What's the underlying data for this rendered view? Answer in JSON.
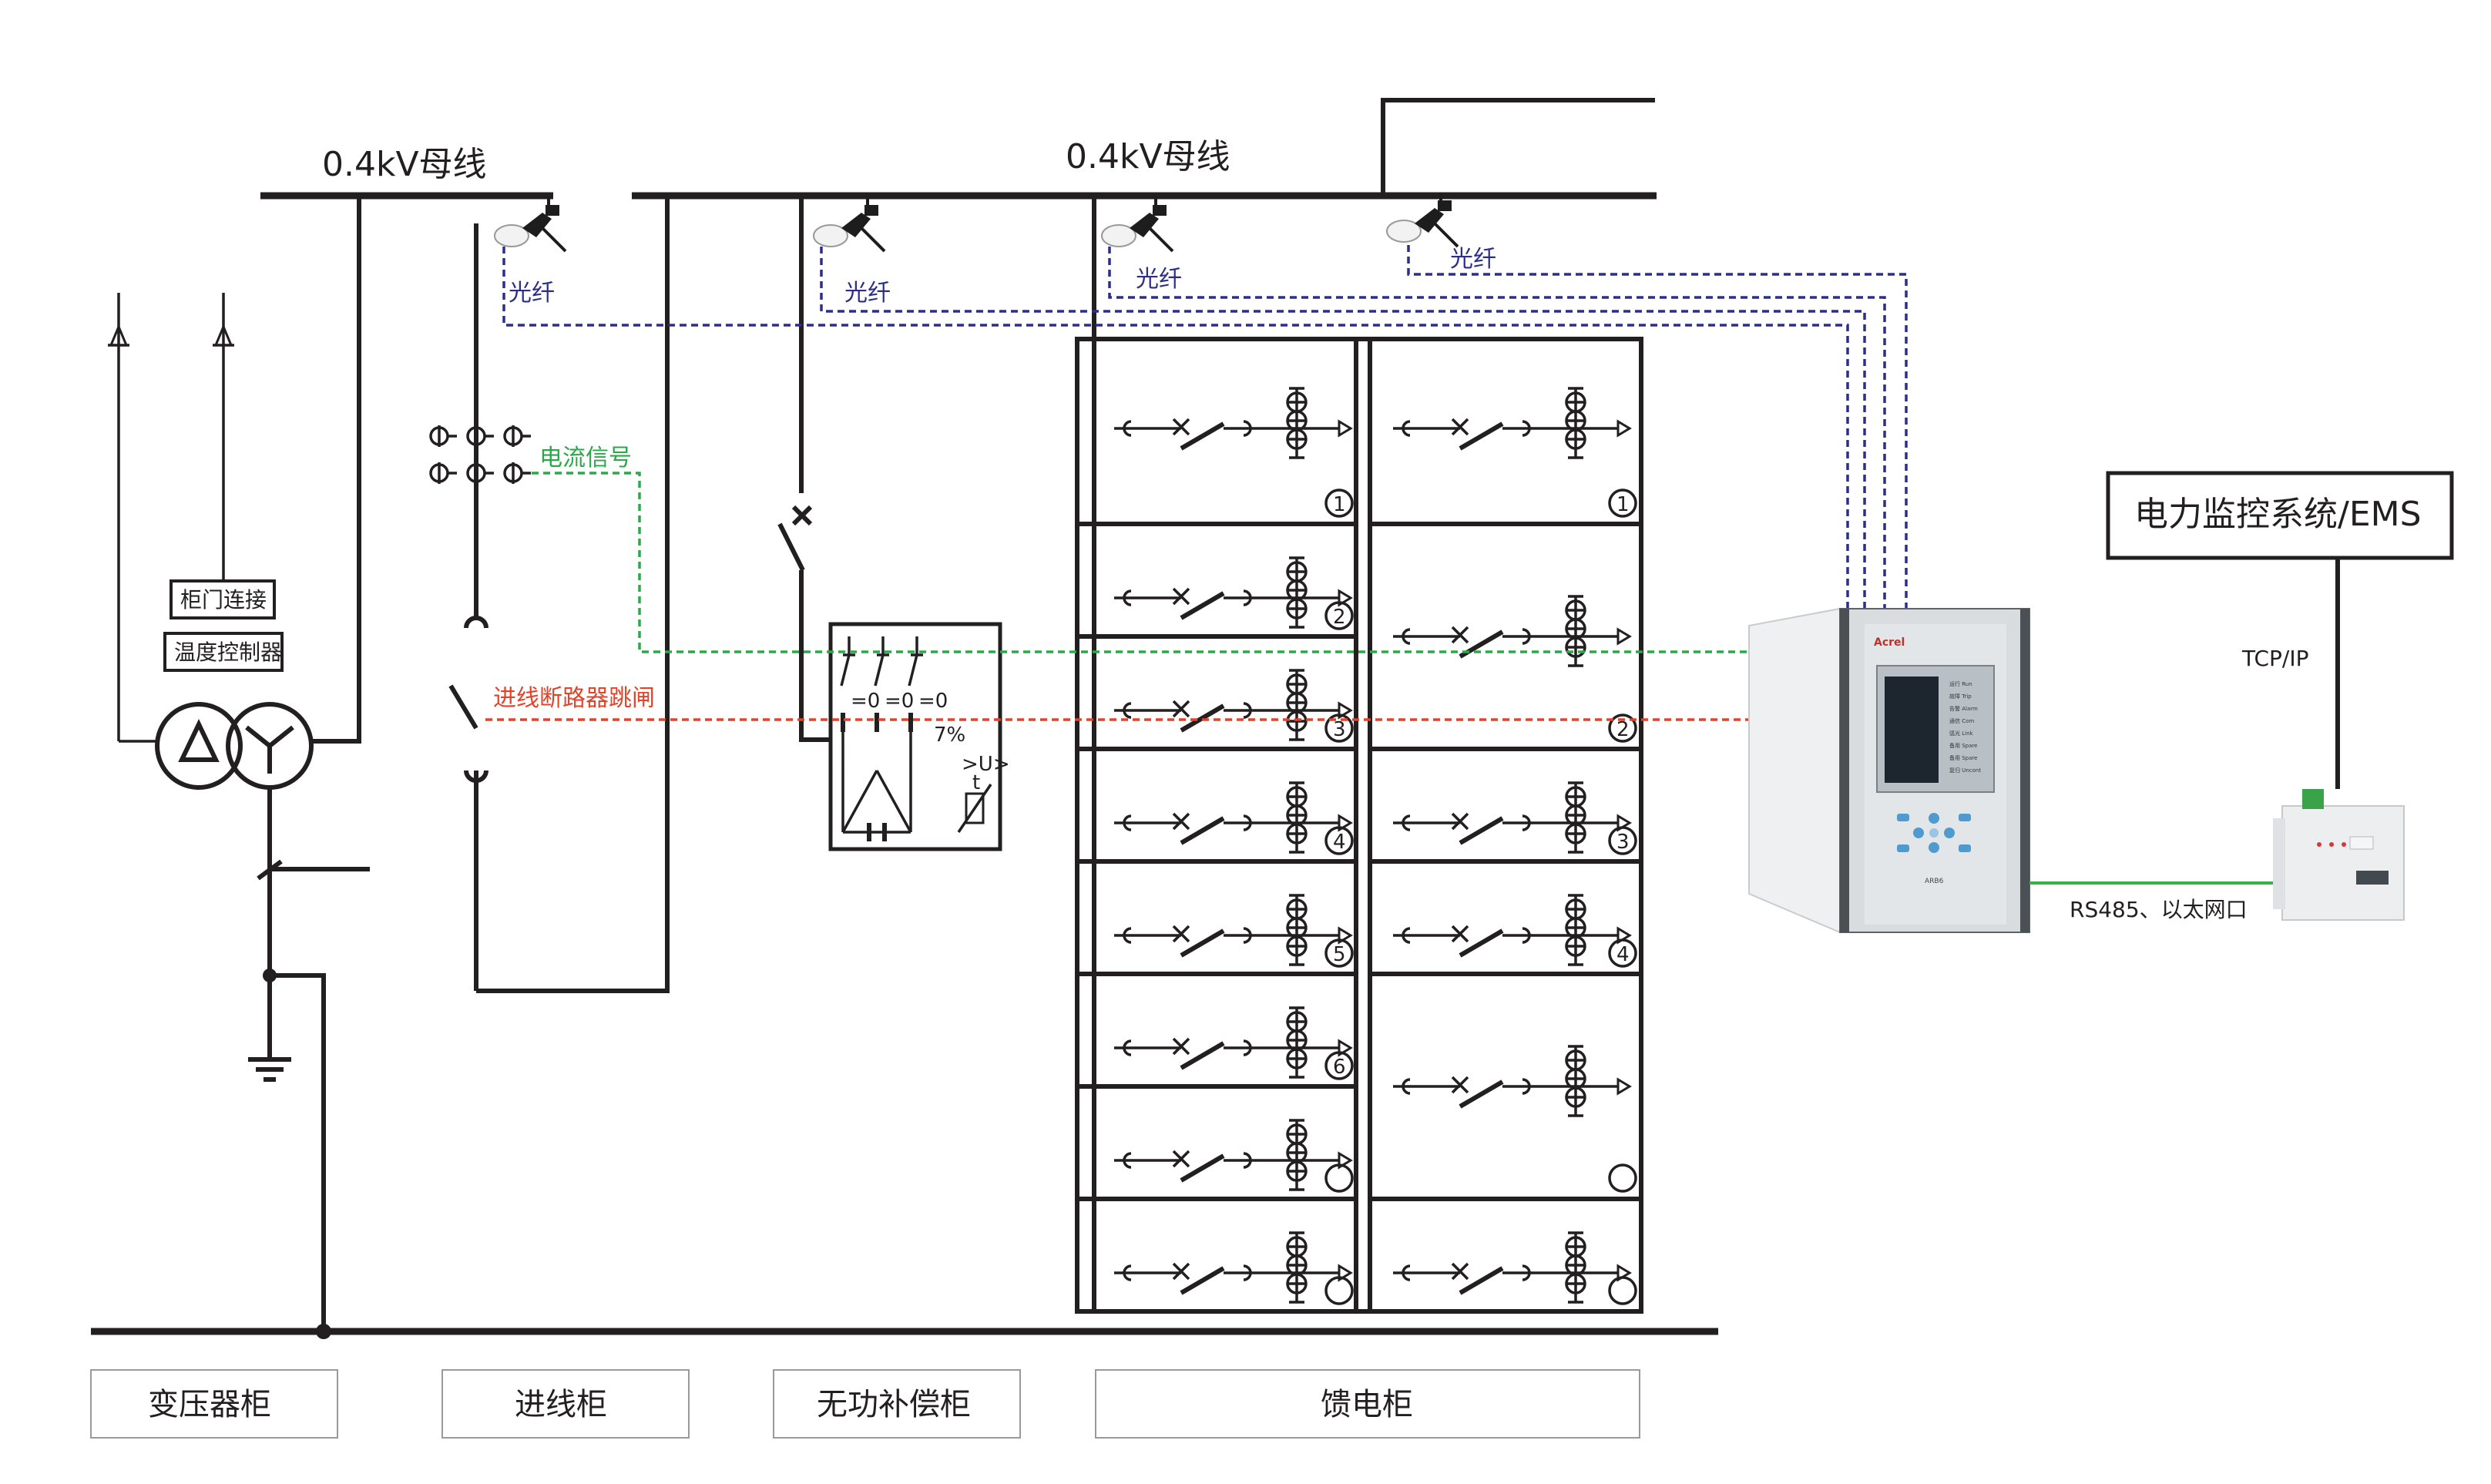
{
  "bus_left_label": "0.4kV母线",
  "bus_right_label": "0.4kV母线",
  "fiber_labels": [
    "光纤",
    "光纤",
    "光纤",
    "光纤"
  ],
  "current_signal_label": "电流信号",
  "incoming_trip_label": "进线断路器跳闸",
  "cabinet_door_label": "柜门连接",
  "temp_controller_label": "温度控制器",
  "ems_box_label": "电力监控系统/EMS",
  "tcpip_label": "TCP/IP",
  "rs485_label": "RS485、以太网口",
  "cabinets": [
    {
      "id": "transformer",
      "label": "变压器柜"
    },
    {
      "id": "incoming",
      "label": "进线柜"
    },
    {
      "id": "reactive",
      "label": "无功补偿柜"
    },
    {
      "id": "feeder",
      "label": "馈电柜"
    }
  ],
  "feeder_left_numbers": [
    "1",
    "2",
    "3",
    "4",
    "5",
    "6",
    "",
    ""
  ],
  "feeder_right_numbers": [
    "1",
    "2",
    "3",
    "4",
    "",
    "",
    ""
  ],
  "capacitor_symbols": [
    "=0",
    "=0",
    "=0",
    "7%"
  ],
  "device_brand": "Acrel",
  "device_model": "ARB6",
  "device_leds": [
    "运行 Run",
    "故障 Trip",
    "告警 Alarm",
    "通信 Com",
    "弧光 Link",
    "备用 Spare",
    "备用 Spare",
    "复归 Uncont"
  ],
  "colors": {
    "line": "#231f20",
    "fiber": "#2b2f86",
    "current_signal": "#2aa84a",
    "trip_signal": "#e0442a",
    "comm_line": "#35b34a"
  }
}
